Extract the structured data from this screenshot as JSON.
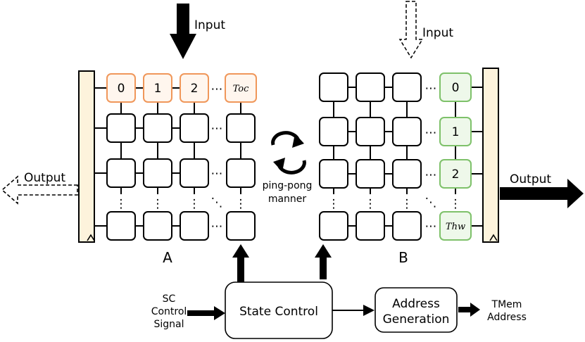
{
  "labels": {
    "input_a": "Input",
    "input_b": "Input",
    "output_a": "Output",
    "output_b": "Output",
    "array_a": "A",
    "array_b": "B",
    "pingpong_line1": "ping-pong",
    "pingpong_line2": "manner",
    "sc_line1": "SC",
    "sc_line2": "Control",
    "sc_line3": "Signal",
    "state_control": "State Control",
    "addr_line1": "Address",
    "addr_line2": "Generation",
    "tmem_line1": "TMem",
    "tmem_line2": "Address"
  },
  "array_a": {
    "top_row": [
      "0",
      "1",
      "2",
      "Toc"
    ]
  },
  "array_b": {
    "right_col": [
      "0",
      "1",
      "2",
      "Thw"
    ]
  },
  "symbols": {
    "h_ellipsis": "⋯",
    "v_ellipsis": "⋮",
    "d_ellipsis": "⋱"
  },
  "colors": {
    "accent_orange": "#f0975a",
    "accent_green": "#7ec16a",
    "bar_fill": "#fdf3dc"
  }
}
